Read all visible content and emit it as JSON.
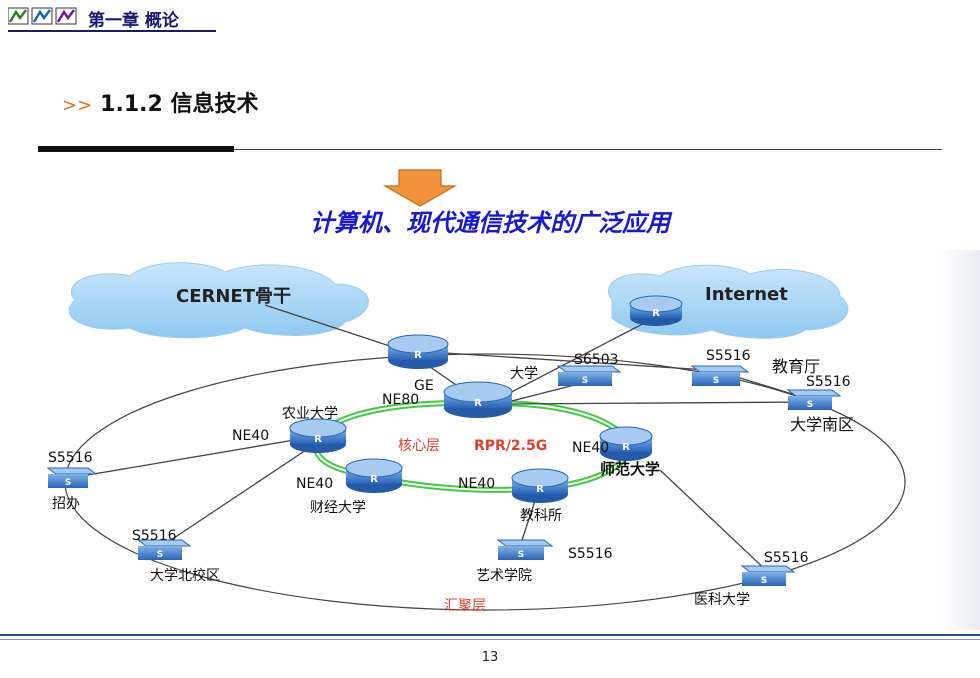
{
  "header": {
    "chapter": "第一章 概论",
    "section_arrows": ">>",
    "section_title": "1.1.2 信息技术"
  },
  "app_title": "计算机、现代通信技术的广泛应用",
  "page_number": "13",
  "diagram": {
    "clouds": {
      "cernet": "CERNET骨干",
      "internet": "Internet"
    },
    "labels": {
      "ge": "GE",
      "ne80": "NE80",
      "daxue": "大学",
      "s6503": "S6503",
      "s5516_jiaoyu": "S5516",
      "jiaoyuting": "教育厅",
      "s5516_nanqu": "S5516",
      "daxuenanqu": "大学南区",
      "nongye": "农业大学",
      "ne40_nongye": "NE40",
      "core_layer": "核心层",
      "rpr": "RPR/2.5G",
      "ne40_shifan": "NE40",
      "shifan": "师范大学",
      "s5516_zhaoban": "S5516",
      "zhaoban": "招办",
      "ne40_caijing": "NE40",
      "caijing": "财经大学",
      "ne40_jiaoke": "NE40",
      "jiaokesuo": "教科所",
      "s5516_beixiao": "S5516",
      "beixiaoqu": "大学北校区",
      "s5516_yishu": "S5516",
      "yishu": "艺术学院",
      "s5516_yike": "S5516",
      "yike": "医科大学",
      "huiju": "汇聚层"
    },
    "device_letters": {
      "router": "R",
      "switch": "S"
    }
  }
}
